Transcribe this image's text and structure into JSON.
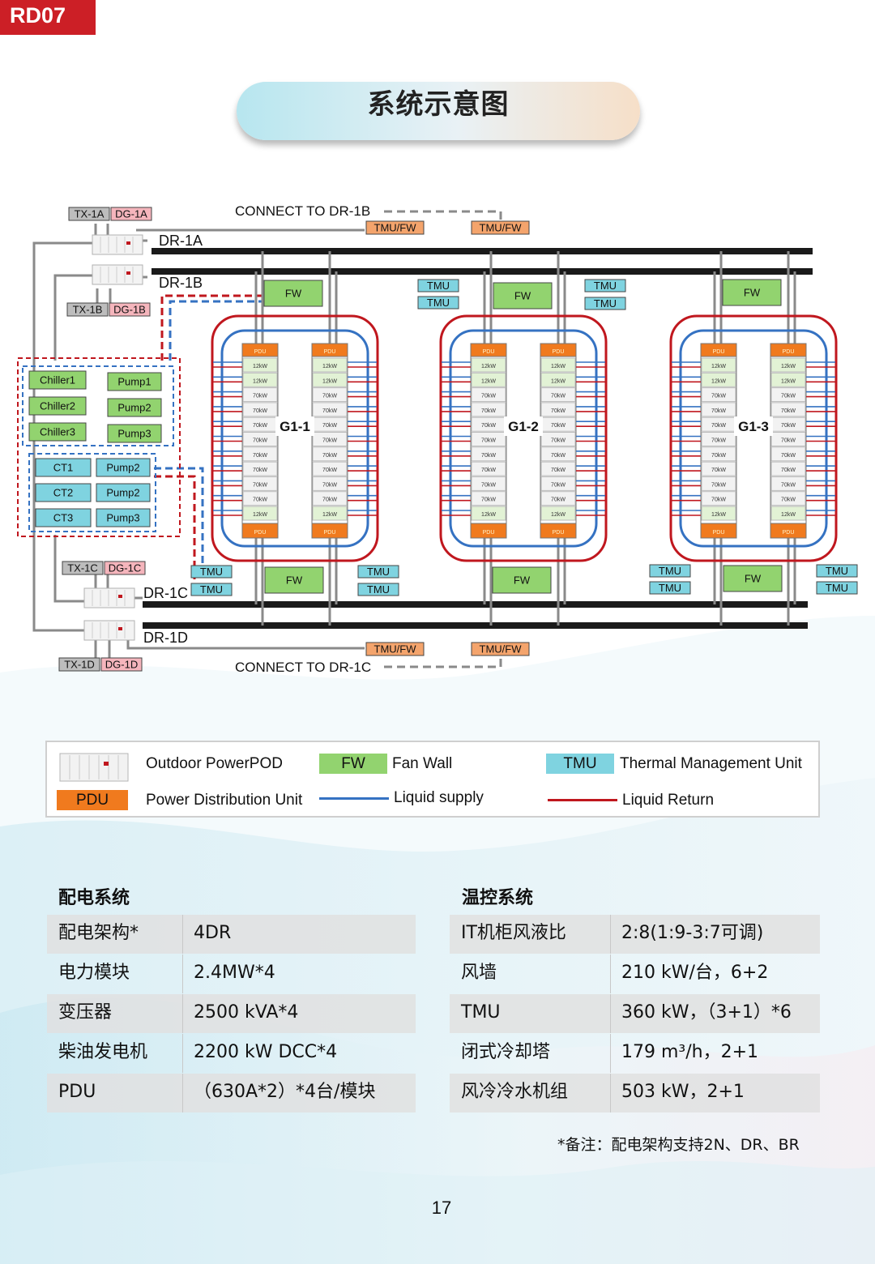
{
  "page_tag": "RD07",
  "title": "系统示意图",
  "diagram": {
    "connect_top": "CONNECT TO DR-1B",
    "connect_bottom": "CONNECT TO DR-1C",
    "dr_labels": [
      "DR-1A",
      "DR-1B",
      "DR-1C",
      "DR-1D"
    ],
    "tx_dg": [
      [
        "TX-1A",
        "DG-1A"
      ],
      [
        "TX-1B",
        "DG-1B"
      ],
      [
        "TX-1C",
        "DG-1C"
      ],
      [
        "TX-1D",
        "DG-1D"
      ]
    ],
    "tmu_fw": "TMU/FW",
    "fw": "FW",
    "tmu": "TMU",
    "pdu": "PDU",
    "chillers": [
      "Chiller1",
      "Chiller2",
      "Chiller3"
    ],
    "pumps_a": [
      "Pump1",
      "Pump2",
      "Pump3"
    ],
    "cts": [
      "CT1",
      "CT2",
      "CT3"
    ],
    "pumps_b": [
      "Pump2",
      "Pump2",
      "Pump3"
    ],
    "groups": [
      "G1-1",
      "G1-2",
      "G1-3"
    ],
    "rack_ratings": [
      "12kW",
      "12kW",
      "70kW",
      "70kW",
      "70kW",
      "70kW",
      "70kW",
      "70kW",
      "70kW",
      "70kW",
      "12kW"
    ],
    "colors": {
      "pdu": "#f07a1e",
      "fw": "#92d36f",
      "tmu": "#7fd3e0",
      "supply": "#3572c2",
      "return": "#c0171e",
      "busbar": "#1a1a1a",
      "tx": "#bdbdbd",
      "dg": "#f5b5bc"
    }
  },
  "legend": {
    "outdoor": "Outdoor PowerPOD",
    "fw_tag": "FW",
    "fw": "Fan Wall",
    "tmu_tag": "TMU",
    "tmu": "Thermal Management Unit",
    "pdu_tag": "PDU",
    "pdu": "Power Distribution Unit",
    "supply": "Liquid supply",
    "return": "Liquid Return"
  },
  "power": {
    "heading": "配电系统",
    "rows": [
      {
        "k": "配电架构*",
        "v": "4DR"
      },
      {
        "k": "电力模块",
        "v": "2.4MW*4"
      },
      {
        "k": "变压器",
        "v": "2500 kVA*4"
      },
      {
        "k": "柴油发电机",
        "v": "2200 kW DCC*4"
      },
      {
        "k": "PDU",
        "v": "（630A*2）*4台/模块"
      }
    ]
  },
  "thermal": {
    "heading": "温控系统",
    "rows": [
      {
        "k": "IT机柜风液比",
        "v": "2:8(1:9-3:7可调)"
      },
      {
        "k": "风墙",
        "v": "210 kW/台，6+2"
      },
      {
        "k": "TMU",
        "v": "360 kW，（3+1）*6"
      },
      {
        "k": "闭式冷却塔",
        "v": "179 m³/h，2+1"
      },
      {
        "k": "风冷冷水机组",
        "v": "503 kW，2+1"
      }
    ]
  },
  "note": "*备注：配电架构支持2N、DR、BR",
  "page_number": "17"
}
